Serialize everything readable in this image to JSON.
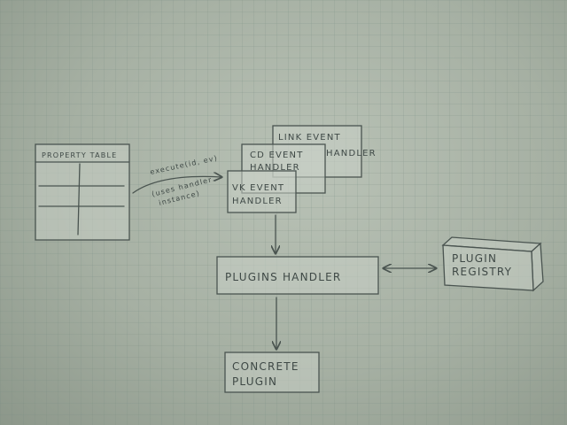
{
  "diagram": {
    "property_table": {
      "title": "PROPERTY TABLE"
    },
    "event_call": {
      "label": "execute(id, ev)",
      "sublabel_line1": "(uses handler",
      "sublabel_line2": "instance)"
    },
    "handlers": {
      "link": {
        "line1": "LINK EVENT",
        "line2": "HANDLER"
      },
      "cd": {
        "line1": "CD EVENT",
        "line2": "HANDLER"
      },
      "vk": {
        "line1": "VK EVENT",
        "line2": "HANDLER"
      }
    },
    "plugins_handler": {
      "label": "PLUGINS HANDLER"
    },
    "plugin_registry": {
      "line1": "PLUGIN",
      "line2": "REGISTRY"
    },
    "concrete_plugin": {
      "line1": "CONCRETE",
      "line2": "PLUGIN"
    }
  }
}
